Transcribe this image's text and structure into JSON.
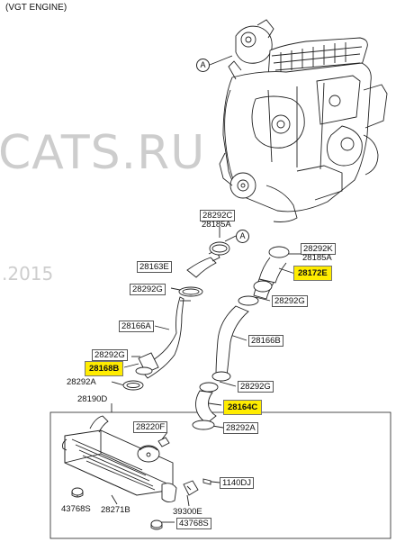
{
  "title": "(VGT ENGINE)",
  "watermark": {
    "text": "CATS.RU",
    "year": ".2015"
  },
  "callouts": [
    "A",
    "A"
  ],
  "parts": {
    "p28292C": "28292C",
    "p28185A_top": "28185A",
    "p28163E": "28163E",
    "p28292K": "28292K",
    "p28185A_right": "28185A",
    "p28172E": "28172E",
    "p28292G_left": "28292G",
    "p28292G_right": "28292G",
    "p28166A": "28166A",
    "p28166B": "28166B",
    "p28292G_b1": "28292G",
    "p28168B": "28168B",
    "p28292A_left": "28292A",
    "p28292G_b2": "28292G",
    "p28164C": "28164C",
    "p28190D": "28190D",
    "p28292A_right": "28292A",
    "p28220F": "28220F",
    "p1140DJ": "1140DJ",
    "p43768S_left": "43768S",
    "p28271B": "28271B",
    "p39300E": "39300E",
    "p43768S_right": "43768S"
  },
  "highlight_color": "#ffec00"
}
